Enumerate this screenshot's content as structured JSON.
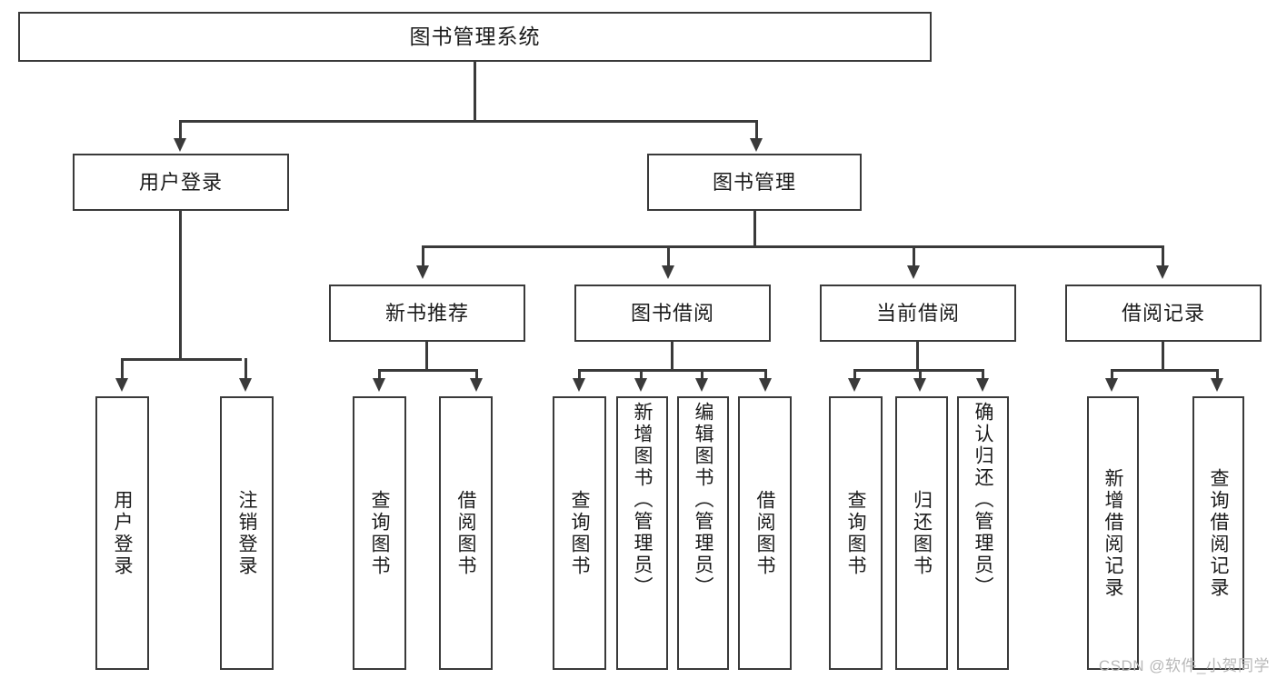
{
  "diagram": {
    "title": "图书管理系统",
    "type": "tree",
    "watermark": "CSDN @软件_小贺同学",
    "colors": {
      "box_border": "#3a3a3a",
      "box_fill": "#ffffff",
      "connector": "#3a3a3a",
      "text": "#1b1b1b",
      "watermark": "#b8b8b8",
      "background": "#ffffff"
    }
  },
  "nodes": {
    "root": {
      "label": "图书管理系统"
    },
    "level2": [
      {
        "label": "用户登录"
      },
      {
        "label": "图书管理"
      }
    ],
    "level3": [
      {
        "label": "新书推荐"
      },
      {
        "label": "图书借阅"
      },
      {
        "label": "当前借阅"
      },
      {
        "label": "借阅记录"
      }
    ],
    "leaves": {
      "user_login": [
        {
          "label": "用户登录"
        },
        {
          "label": "注销登录"
        }
      ],
      "new_book_recommend": [
        {
          "label": "查询图书"
        },
        {
          "label": "借阅图书"
        }
      ],
      "book_borrow": [
        {
          "label": "查询图书"
        },
        {
          "label": "新增图书（管理员）"
        },
        {
          "label": "编辑图书（管理员）"
        },
        {
          "label": "借阅图书"
        }
      ],
      "current_borrow": [
        {
          "label": "查询图书"
        },
        {
          "label": "归还图书"
        },
        {
          "label": "确认归还（管理员）"
        }
      ],
      "borrow_record": [
        {
          "label": "新增借阅记录"
        },
        {
          "label": "查询借阅记录"
        }
      ]
    }
  }
}
